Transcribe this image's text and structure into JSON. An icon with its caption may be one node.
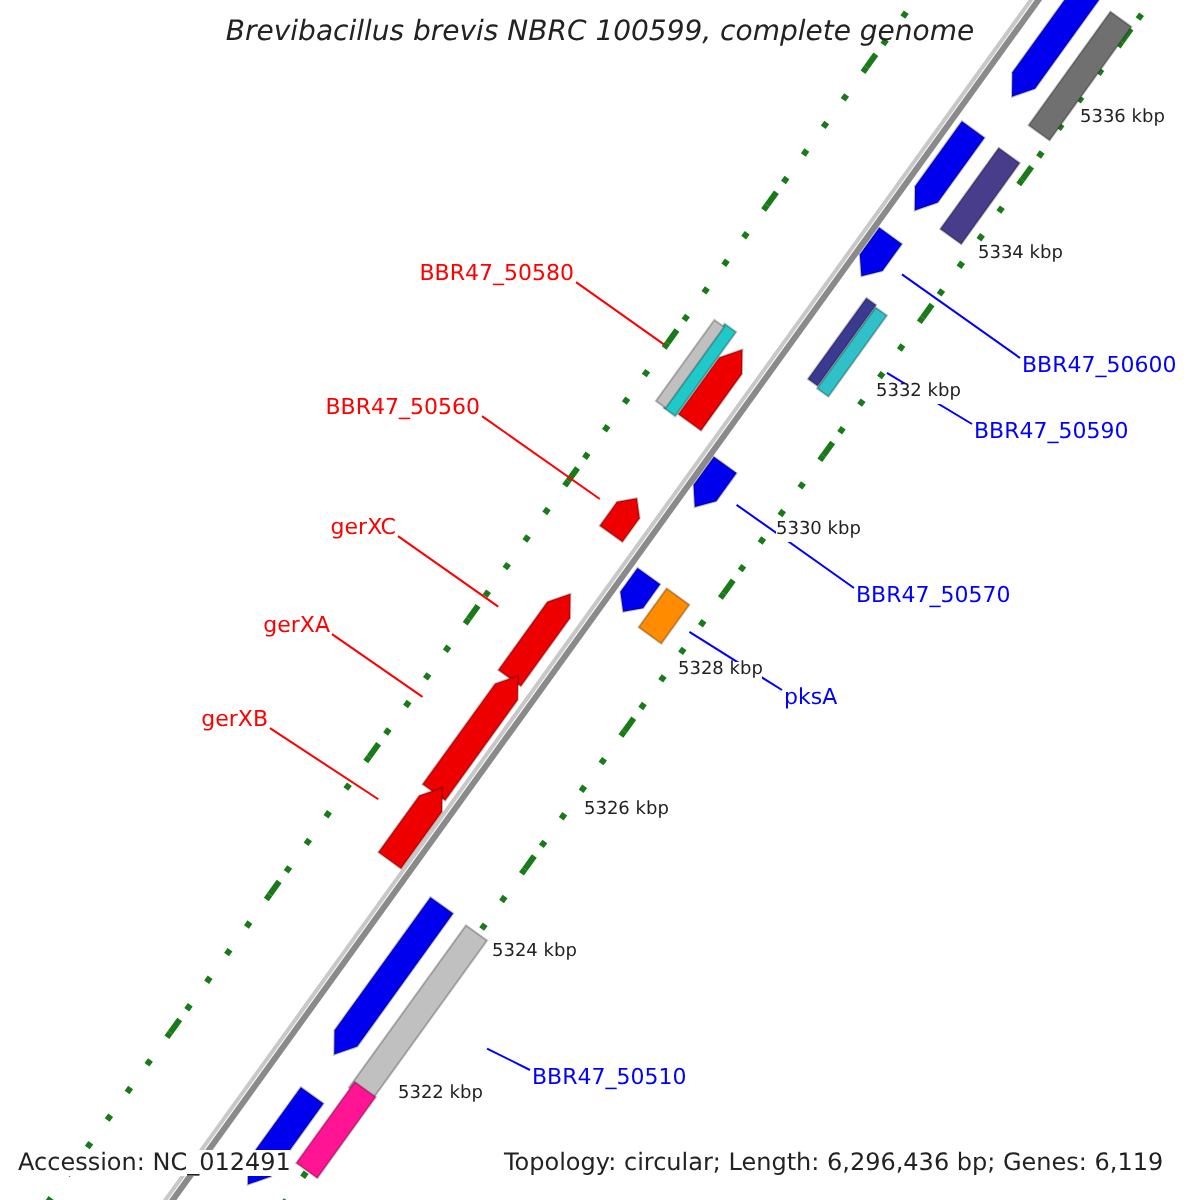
{
  "diagram": {
    "title": "Brevibacillus brevis NBRC 100599, complete genome",
    "nodes": [
      {
        "text": [
          "BBR47_50580"
        ]
      },
      {
        "text": [
          "BBR47_50600"
        ]
      },
      {
        "text": [
          "BBR47_50560"
        ]
      },
      {
        "text": [
          "BBR47_50590"
        ]
      },
      {
        "text": [
          "gerXC"
        ]
      },
      {
        "text": [
          "BBR47_50570"
        ]
      },
      {
        "text": [
          "gerXA"
        ]
      },
      {
        "text": [
          "pksA"
        ]
      },
      {
        "text": [
          "gerXB"
        ]
      },
      {
        "text": [
          "BBR47_50510"
        ]
      },
      {
        "text": [],
        "shape": "arrow"
      },
      {
        "text": [],
        "shape": "arrow"
      },
      {
        "text": [],
        "shape": "arrow"
      },
      {
        "text": [],
        "shape": "arrow"
      },
      {
        "text": [],
        "shape": "arrow"
      },
      {
        "text": [],
        "shape": "arrow"
      },
      {
        "text": [],
        "shape": "arrow"
      },
      {
        "text": [],
        "shape": "box"
      },
      {
        "text": [],
        "shape": "arrow"
      },
      {
        "text": [],
        "shape": "box"
      },
      {
        "text": [],
        "shape": "arrow"
      },
      {
        "text": [],
        "shape": "box"
      },
      {
        "text": [],
        "shape": "arrow"
      },
      {
        "text": [],
        "shape": "box"
      },
      {
        "text": [],
        "shape": "box"
      },
      {
        "text": [],
        "shape": "box"
      },
      {
        "text": [],
        "shape": "arrow"
      },
      {
        "text": [],
        "shape": "arrow"
      },
      {
        "text": [],
        "shape": "arrow"
      },
      {
        "text": [],
        "shape": "box"
      },
      {
        "text": [],
        "shape": "arrow"
      }
    ],
    "edges": [
      {
        "from": 0,
        "to": 10,
        "arrow": "none"
      },
      {
        "from": 1,
        "to": 11,
        "arrow": "none",
        "color": "#0000ff"
      },
      {
        "from": 2,
        "to": 12,
        "arrow": "none"
      },
      {
        "from": 3,
        "to": 13,
        "arrow": "none",
        "color": "#0000ff"
      },
      {
        "from": 4,
        "to": 14,
        "arrow": "none"
      },
      {
        "from": 5,
        "to": 15,
        "arrow": "none",
        "color": "#0000ff"
      },
      {
        "from": 6,
        "to": 16,
        "arrow": "none"
      },
      {
        "from": 7,
        "to": 17,
        "arrow": "none",
        "color": "#0000ff"
      },
      {
        "from": 8,
        "to": 18,
        "arrow": "none"
      },
      {
        "from": 9,
        "to": 19,
        "arrow": "none",
        "color": "#0000ff"
      }
    ],
    "labels": [
      "5336 kbp",
      "5334 kbp",
      "5332 kbp",
      "5330 kbp",
      "5328 kbp",
      "5326 kbp",
      "5324 kbp",
      "5322 kbp",
      "Accession: NC_012491",
      "Topology: circular; Length: 6,296,436 bp; Genes: 6,119"
    ]
  }
}
